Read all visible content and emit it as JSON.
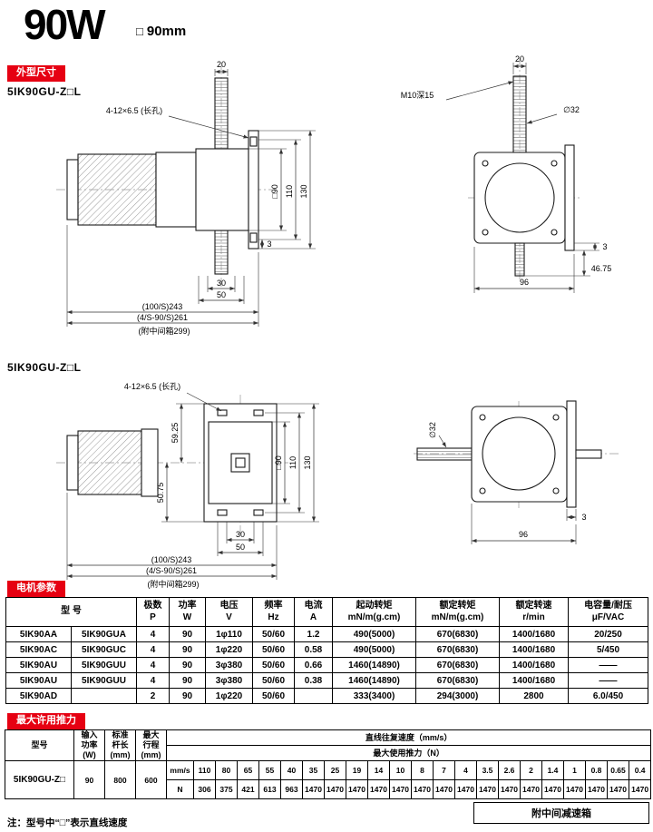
{
  "header": {
    "title": "90W",
    "size_symbol": "□",
    "size_text": "90mm"
  },
  "sections": {
    "dimensions": "外型尺寸",
    "motor_params": "电机参数",
    "max_thrust": "最大许用推力"
  },
  "models": {
    "model1": "5IK90GU-Z□L",
    "model2": "5IK90GU-Z□L"
  },
  "drawing1": {
    "dim_shaft_width": "20",
    "hole_note": "4-12×6.5 (长孔)",
    "dim_square": "□90",
    "dim_110": "110",
    "dim_130": "130",
    "dim_3": "3",
    "dim_30": "30",
    "dim_50": "50",
    "dim_len1": "(100/S)243",
    "dim_len2": "(4/S-90/S)261",
    "dim_len3": "(附中间箱299)"
  },
  "drawing2": {
    "dim_shaft_width": "20",
    "tap_note": "M10深15",
    "dim_dia": "∅32",
    "dim_3": "3",
    "dim_4675": "46.75",
    "dim_96": "96"
  },
  "drawing3": {
    "hole_note": "4-12×6.5 (长孔)",
    "dim_5925": "59.25",
    "dim_5075": "50.75",
    "dim_square": "□90",
    "dim_110": "110",
    "dim_130": "130",
    "dim_30": "30",
    "dim_50": "50",
    "dim_len1": "(100/S)243",
    "dim_len2": "(4/S-90/S)261",
    "dim_len3": "(附中间箱299)"
  },
  "drawing4": {
    "dim_dia": "∅32",
    "dim_3": "3",
    "dim_96": "96"
  },
  "params_table": {
    "col_model": "型    号",
    "col_poles": "极数\nP",
    "col_power": "功率\nW",
    "col_voltage": "电压\nV",
    "col_freq": "频率\nHz",
    "col_current": "电流\nA",
    "col_start_torque": "起动转矩\nmN/m(g.cm)",
    "col_rated_torque": "额定转矩\nmN/m(g.cm)",
    "col_speed": "额定转速\nr/min",
    "col_cap": "电容量/耐压\nμF/VAC",
    "rows": [
      [
        "5IK90AA",
        "5IK90GUA",
        "4",
        "90",
        "1φ110",
        "50/60",
        "1.2",
        "490(5000)",
        "670(6830)",
        "1400/1680",
        "20/250"
      ],
      [
        "5IK90AC",
        "5IK90GUC",
        "4",
        "90",
        "1φ220",
        "50/60",
        "0.58",
        "490(5000)",
        "670(6830)",
        "1400/1680",
        "5/450"
      ],
      [
        "5IK90AU",
        "5IK90GUU",
        "4",
        "90",
        "3φ380",
        "50/60",
        "0.66",
        "1460(14890)",
        "670(6830)",
        "1400/1680",
        "——"
      ],
      [
        "5IK90AU",
        "5IK90GUU",
        "4",
        "90",
        "3φ380",
        "50/60",
        "0.38",
        "1460(14890)",
        "670(6830)",
        "1400/1680",
        "——"
      ],
      [
        "5IK90AD",
        "",
        "2",
        "90",
        "1φ220",
        "50/60",
        "",
        "333(3400)",
        "294(3000)",
        "2800",
        "6.0/450"
      ]
    ]
  },
  "thrust_table": {
    "col_model": "型号",
    "col_input_power": "输入\n功率\n(W)",
    "col_rod_length": "标准\n杆长\n(mm)",
    "col_stroke": "最大\n行程\n(mm)",
    "speed_title": "直线往复速度（mm/s）",
    "force_title": "最大使用推力（N）",
    "model": "5IK90GU-Z□",
    "input_power": "90",
    "rod_length": "800",
    "stroke": "600",
    "speed_unit": "mm/s",
    "force_unit": "N",
    "speeds": [
      "110",
      "80",
      "65",
      "55",
      "40",
      "35",
      "25",
      "19",
      "14",
      "10",
      "8",
      "7",
      "4",
      "3.5",
      "2.6",
      "2",
      "1.4",
      "1",
      "0.8",
      "0.65",
      "0.4"
    ],
    "forces": [
      "306",
      "375",
      "421",
      "613",
      "963",
      "1470",
      "1470",
      "1470",
      "1470",
      "1470",
      "1470",
      "1470",
      "1470",
      "1470",
      "1470",
      "1470",
      "1470",
      "1470",
      "1470",
      "1470",
      "1470"
    ]
  },
  "footer": {
    "note": "注：型号中“□”表示直线速度",
    "gearbox_box": "附中间减速箱"
  },
  "colors": {
    "accent_red": "#e60012"
  }
}
